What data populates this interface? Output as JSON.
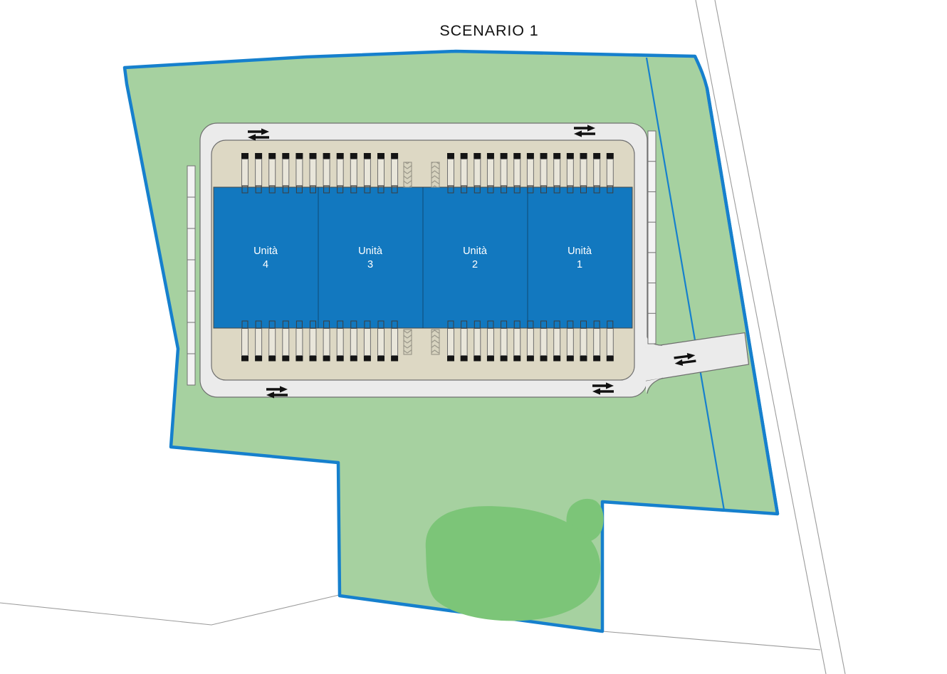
{
  "title": "SCENARIO 1",
  "units": [
    {
      "line1": "Unità",
      "line2": "4"
    },
    {
      "line1": "Unità",
      "line2": "3"
    },
    {
      "line1": "Unità",
      "line2": "2"
    },
    {
      "line1": "Unità",
      "line2": "1"
    }
  ],
  "site": {
    "loading_docks": {
      "top_row_groups": [
        12,
        13
      ],
      "bottom_row_groups": [
        12,
        13
      ],
      "ramps_per_row": 2
    },
    "car_parking": {
      "left_stalls": 7,
      "right_stalls": 7
    },
    "circulation_arrows": {
      "count": 5,
      "type": "two-way"
    }
  },
  "colors": {
    "site_green": "#a6d1a0",
    "landscape_green": "#7cc578",
    "boundary_blue": "#1680cd",
    "building_blue": "#1278bf",
    "yard_beige": "#ddd8c4",
    "road_gray": "#ebebeb",
    "outline_gray": "#6f6f6f",
    "truck_body": "#e9e6da",
    "truck_cab": "#141414",
    "arrow_black": "#111111"
  }
}
